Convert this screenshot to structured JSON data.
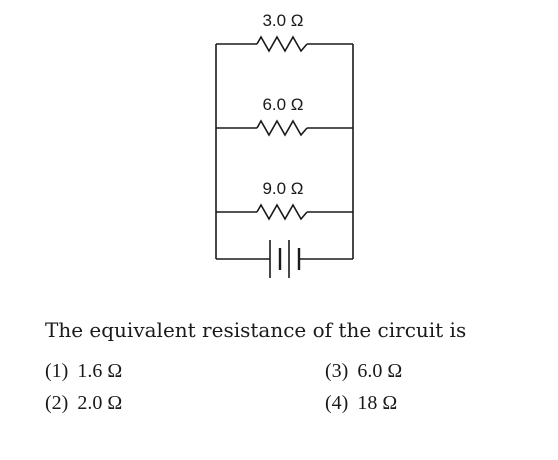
{
  "circuit": {
    "resistors": [
      {
        "label": "3.0 Ω"
      },
      {
        "label": "6.0 Ω"
      },
      {
        "label": "9.0 Ω"
      }
    ]
  },
  "question": {
    "text": "The equivalent resistance of the circuit is"
  },
  "options": [
    {
      "num": "(1)",
      "value": "1.6 Ω"
    },
    {
      "num": "(2)",
      "value": "2.0 Ω"
    },
    {
      "num": "(3)",
      "value": "6.0 Ω"
    },
    {
      "num": "(4)",
      "value": "18 Ω"
    }
  ]
}
